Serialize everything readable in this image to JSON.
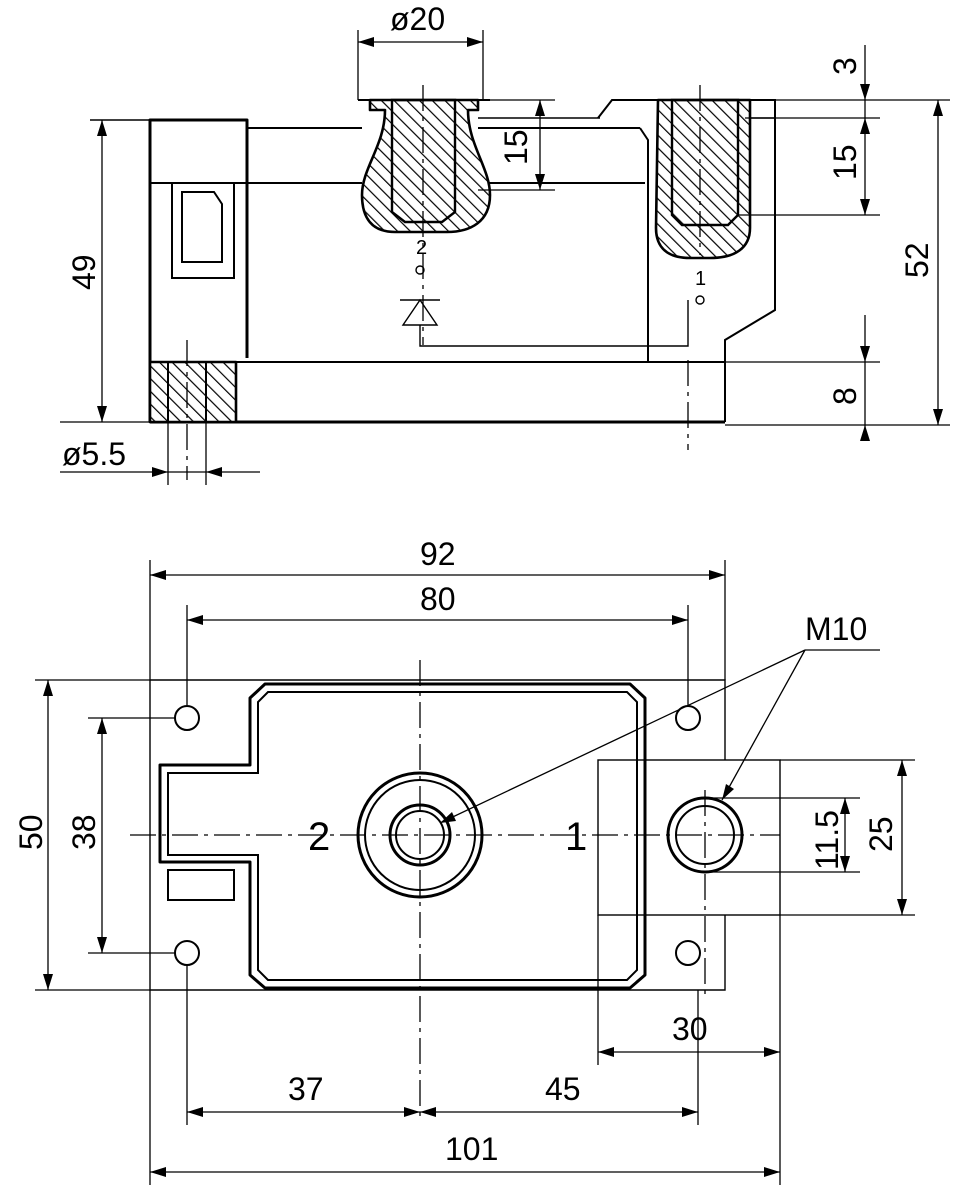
{
  "side_view": {
    "dim_diameter_terminal": "ø20",
    "dim_terminal_depth_2": "15",
    "dim_top_offset": "3",
    "dim_terminal_depth_1": "15",
    "dim_total_height": "52",
    "dim_body_height": "49",
    "dim_base_height": "8",
    "dim_mount_hole": "ø5.5",
    "terminal_2_label": "2",
    "terminal_1_label": "1"
  },
  "plan_view": {
    "dim_overall_width": "92",
    "dim_hole_pitch": "80",
    "dim_thread_callout": "M10",
    "dim_body_depth": "50",
    "dim_hole_spacing": "38",
    "dim_stud_diameter": "11.5",
    "dim_clamp_height": "25",
    "dim_clamp_width": "30",
    "dim_left_offset": "37",
    "dim_center_spacing": "45",
    "dim_overall_length": "101",
    "terminal_2_label": "2",
    "terminal_1_label": "1"
  }
}
